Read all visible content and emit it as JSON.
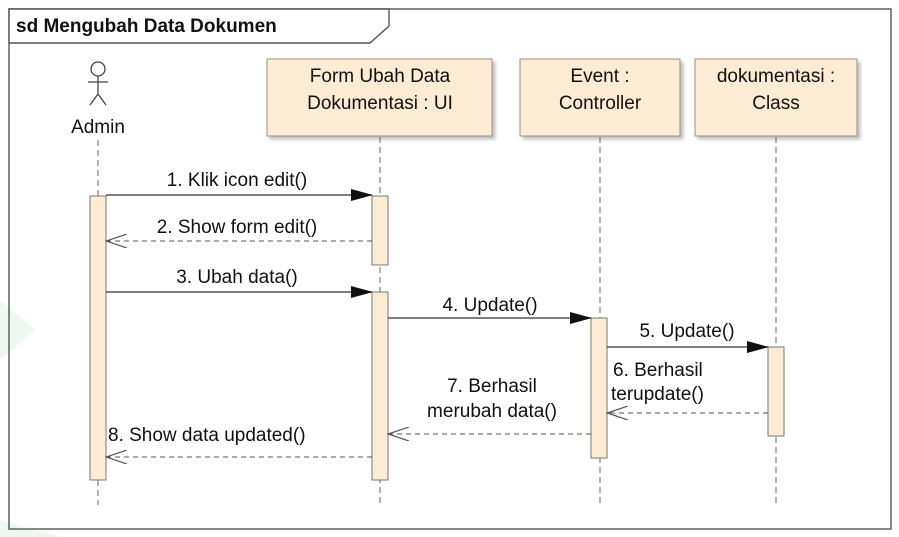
{
  "diagram": {
    "frame_title": "sd Mengubah Data Dokumen",
    "actor": {
      "label": "Admin"
    },
    "lifelines": [
      {
        "line1": "Form Ubah Data",
        "line2": "Dokumentasi : UI"
      },
      {
        "line1": "Event :",
        "line2": "Controller"
      },
      {
        "line1": "dokumentasi :",
        "line2": "Class"
      }
    ],
    "messages": [
      {
        "line1": "1. Klik icon edit()",
        "line2": ""
      },
      {
        "line1": "2. Show form edit()",
        "line2": ""
      },
      {
        "line1": "3. Ubah data()",
        "line2": ""
      },
      {
        "line1": "4. Update()",
        "line2": ""
      },
      {
        "line1": "5. Update()",
        "line2": ""
      },
      {
        "line1": "6. Berhasil",
        "line2": "terupdate()"
      },
      {
        "line1": "7. Berhasil",
        "line2": "merubah data()"
      },
      {
        "line1": "8. Show data updated()",
        "line2": ""
      }
    ],
    "colors": {
      "box_fill": "#fbecd3",
      "box_stroke": "#9a8f80",
      "activation_fill": "#fbecd3",
      "line": "#333333",
      "text": "#111111",
      "accent_watermark": "#e6f4ea"
    }
  }
}
